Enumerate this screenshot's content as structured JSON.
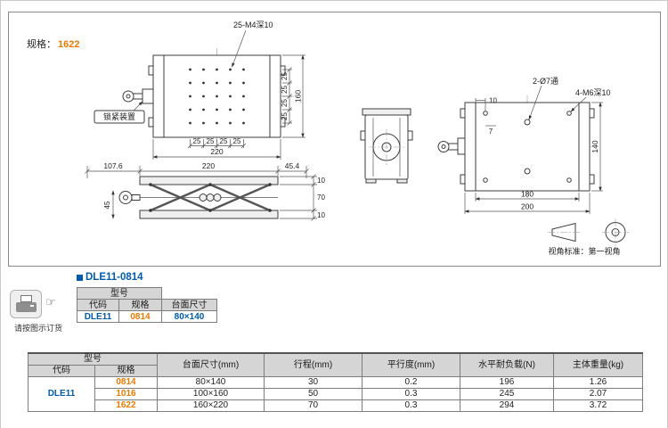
{
  "page": {
    "spec_label": "规格：",
    "spec_value": "1622",
    "order_note": "请按图示订货",
    "view_standard": "视角标准：第一视角"
  },
  "drawing": {
    "note_holes_top": "25-M4深10",
    "note_lock": "锁紧装置",
    "note_thru": "2-Ø7通",
    "note_m6": "4-M6深10",
    "dim": {
      "pitch": "25",
      "top_w": "220",
      "top_h": "160",
      "side_a": "107.6",
      "side_w": "220",
      "side_b": "45.4",
      "thick_top": "10",
      "height": "70",
      "thick_bottom": "10",
      "base": "45",
      "inner_w": "180",
      "outer_w": "200",
      "outer_h": "140",
      "off_a": "10",
      "off_b": "7"
    }
  },
  "ordering": {
    "title": "DLE11-0814",
    "header_model": "型号",
    "col_code": "代码",
    "col_spec": "规格",
    "col_size": "台面尺寸",
    "code": "DLE11",
    "spec": "0814",
    "size": "80×140"
  },
  "spec_table": {
    "header_model": "型号",
    "col_code": "代码",
    "col_spec": "规格",
    "col_size": "台面尺寸(mm)",
    "col_travel": "行程(mm)",
    "col_parallel": "平行度(mm)",
    "col_load": "水平耐负载(N)",
    "col_weight": "主体重量(kg)",
    "code": "DLE11",
    "rows": [
      {
        "spec": "0814",
        "size": "80×140",
        "travel": "30",
        "parallel": "0.2",
        "load": "196",
        "weight": "1.26"
      },
      {
        "spec": "1016",
        "size": "100×160",
        "travel": "50",
        "parallel": "0.3",
        "load": "245",
        "weight": "2.07"
      },
      {
        "spec": "1622",
        "size": "160×220",
        "travel": "70",
        "parallel": "0.3",
        "load": "294",
        "weight": "3.72"
      }
    ]
  },
  "colors": {
    "accent_orange": "#e87a00",
    "brand_blue": "#005bac",
    "header_gray": "#d5d5d5",
    "line_dark": "#3c3c3c"
  }
}
